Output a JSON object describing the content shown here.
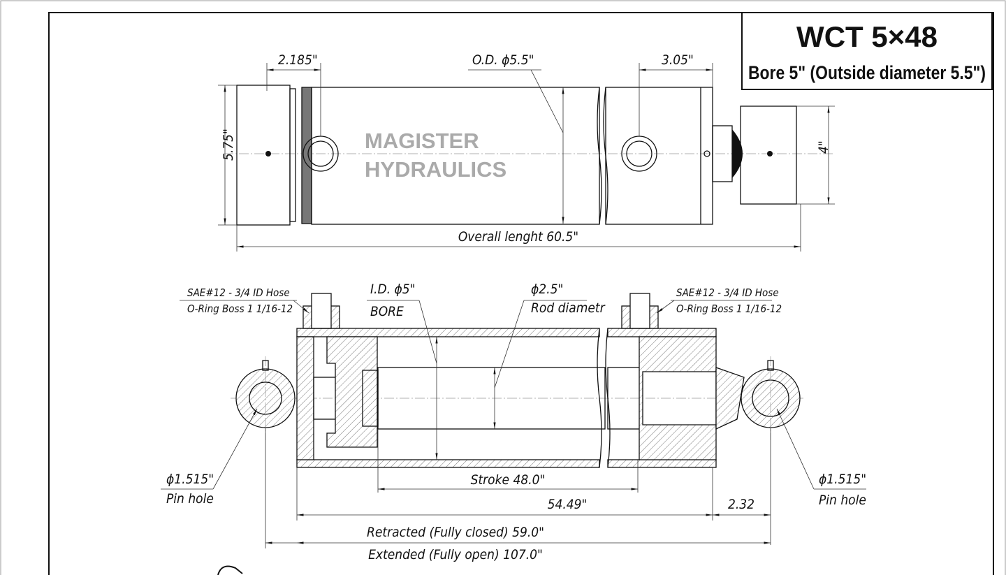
{
  "title": {
    "model": "WCT 5×48",
    "subtitle": "Bore 5\" (Outside diameter 5.5\")"
  },
  "watermark": [
    "MAGISTER",
    "HYDRAULICS"
  ],
  "top_view": {
    "dim_left": "2.185\"",
    "dim_od": "O.D. ϕ5.5\"",
    "dim_right": "3.05\"",
    "dim_height": "5.75\"",
    "dim_clevis": "4\"",
    "overall_length": "Overall lenght 60.5\""
  },
  "section_view": {
    "port_left": {
      "line1": "SAE#12 - 3/4 ID Hose",
      "line2": "O-Ring Boss 1 1/16-12"
    },
    "port_right": {
      "line1": "SAE#12 - 3/4 ID Hose",
      "line2": "O-Ring Boss 1 1/16-12"
    },
    "bore": {
      "line1": "I.D. ϕ5\"",
      "line2": "BORE"
    },
    "rod": {
      "line1": "ϕ2.5\"",
      "line2": "Rod diametr"
    },
    "pin_left": {
      "line1": "ϕ1.515\"",
      "line2": "Pin hole"
    },
    "pin_right": {
      "line1": "ϕ1.515\"",
      "line2": "Pin hole"
    },
    "stroke": "Stroke 48.0\"",
    "barrel": "54.49\"",
    "rod_end": "2.32",
    "retracted": "Retracted (Fully closed) 59.0\"",
    "extended": "Extended (Fully open) 107.0\""
  }
}
